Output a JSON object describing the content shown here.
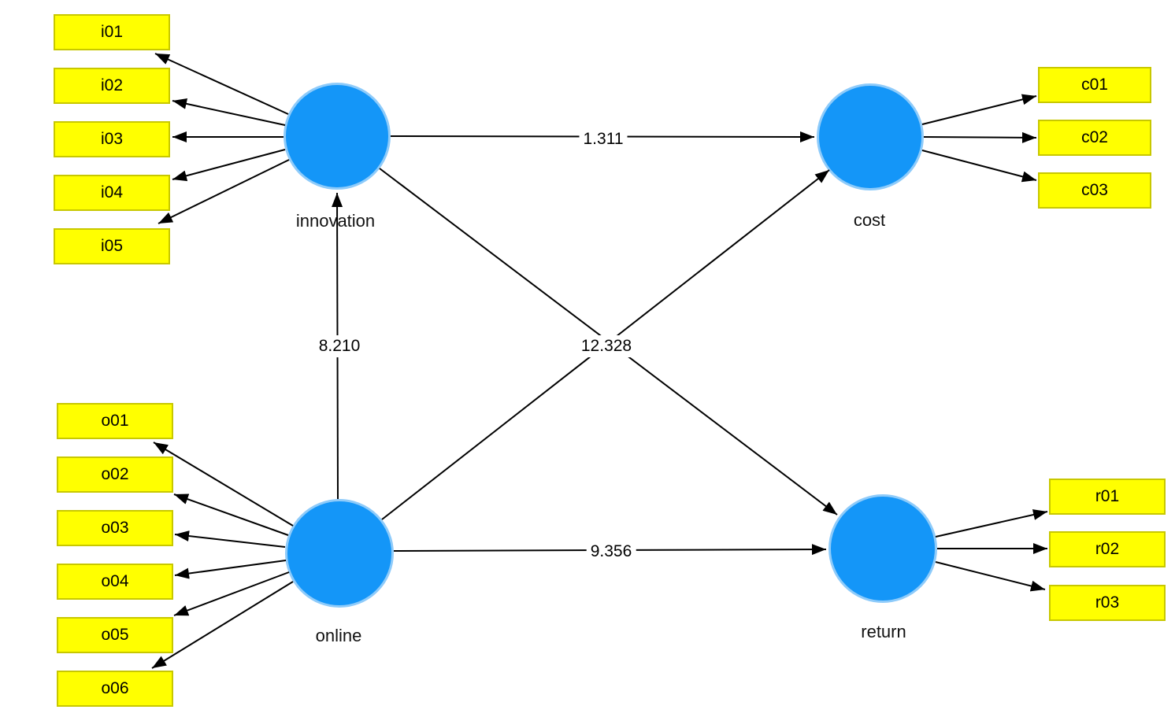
{
  "nodes": {
    "innovation": {
      "label": "innovation"
    },
    "cost": {
      "label": "cost"
    },
    "online": {
      "label": "online"
    },
    "return": {
      "label": "return"
    }
  },
  "indicators": {
    "innovation": [
      "i01",
      "i02",
      "i03",
      "i04",
      "i05"
    ],
    "cost": [
      "c01",
      "c02",
      "c03"
    ],
    "online": [
      "o01",
      "o02",
      "o03",
      "o04",
      "o05",
      "o06"
    ],
    "return": [
      "r01",
      "r02",
      "r03"
    ]
  },
  "path_values": {
    "innovation_to_cost": "1.311",
    "online_to_innovation": "8.210",
    "crossing_diagonals": "12.328",
    "online_to_return": "9.356"
  },
  "colors": {
    "latent_fill": "#1496F8",
    "latent_border": "#8ECBFA",
    "indicator_fill": "#FFFF00",
    "indicator_border": "#C8C800",
    "arrow": "#000000",
    "background": "#FFFFFF"
  }
}
